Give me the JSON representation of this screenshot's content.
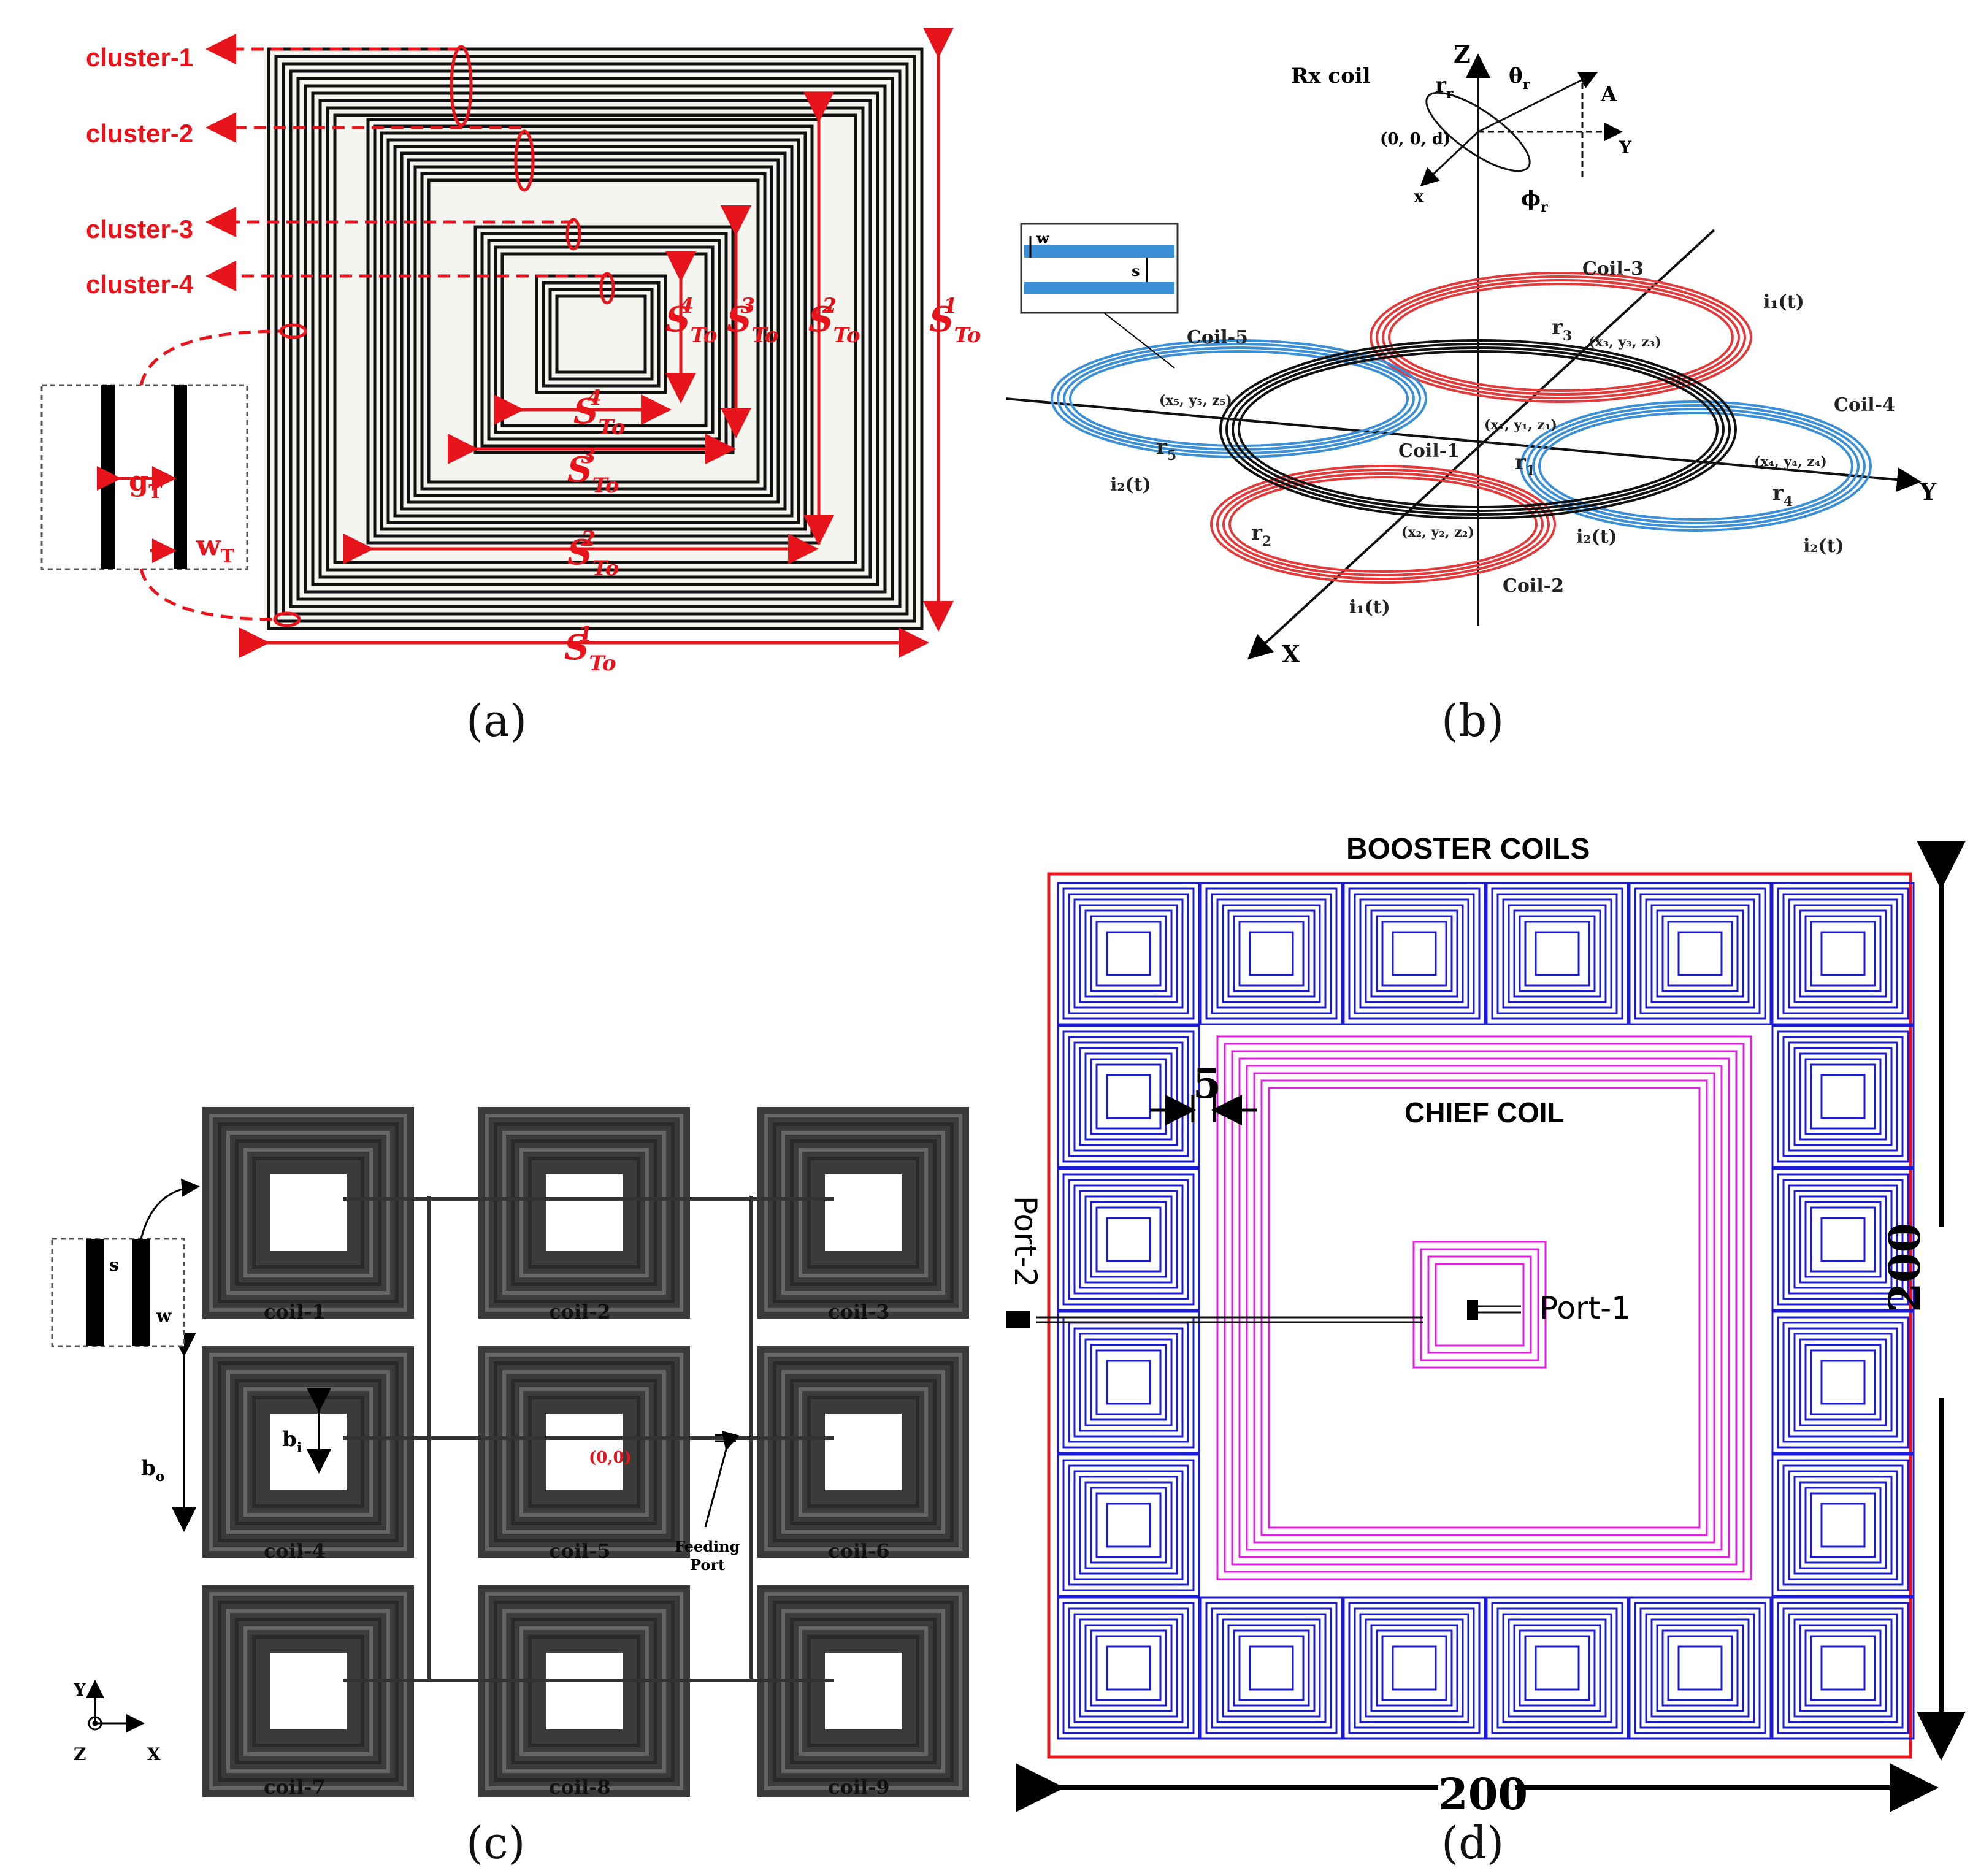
{
  "panels": {
    "a": {
      "caption": "(a)",
      "cluster_labels": [
        "cluster-1",
        "cluster-2",
        "cluster-3",
        "cluster-4"
      ],
      "dim_labels": {
        "s1": "S",
        "s2": "S",
        "s3": "S",
        "s4": "S",
        "sub": "To",
        "sup1": "1",
        "sup2": "2",
        "sup3": "3",
        "sup4": "4"
      },
      "inset": {
        "gap": "g",
        "gap_sub": "T",
        "width": "w",
        "width_sub": "T"
      }
    },
    "b": {
      "caption": "(b)",
      "rx": "Rx coil",
      "axes": {
        "z": "Z",
        "x": "X",
        "y": "Y"
      },
      "rx_frame": {
        "origin": "(0, 0, d)",
        "rr": "r",
        "rr_sub": "r",
        "theta": "θ",
        "theta_sub": "r",
        "phi": "ϕ",
        "phi_sub": "r",
        "A": "A",
        "x": "x",
        "y": "Y"
      },
      "coils": [
        "Coil-1",
        "Coil-2",
        "Coil-3",
        "Coil-4",
        "Coil-5"
      ],
      "radii": [
        "r",
        "r",
        "r",
        "r",
        "r"
      ],
      "radii_subs": [
        "1",
        "2",
        "3",
        "4",
        "5"
      ],
      "coords": [
        "(x₁, y₁, z₁)",
        "(x₂, y₂, z₂)",
        "(x₃, y₃, z₃)",
        "(x₄, y₄, z₄)",
        "(x₅, y₅, z₅)"
      ],
      "currents": [
        "i₁(t)",
        "i₁(t)",
        "i₂(t)",
        "i₂(t)",
        "i₂(t)"
      ],
      "inset": {
        "w": "w",
        "s": "s"
      }
    },
    "c": {
      "caption": "(c)",
      "coils": [
        "coil-1",
        "coil-2",
        "coil-3",
        "coil-4",
        "coil-5",
        "coil-6",
        "coil-7",
        "coil-8",
        "coil-9"
      ],
      "origin": "(0,0)",
      "feed": [
        "Feeding",
        "Port"
      ],
      "bi": "b",
      "bi_sub": "i",
      "bo": "b",
      "bo_sub": "o",
      "inset": {
        "s": "s",
        "w": "w"
      },
      "axes": {
        "y": "Y",
        "z": "Z",
        "x": "X"
      }
    },
    "d": {
      "caption": "(d)",
      "title": "BOOSTER COILS",
      "chief": "CHIEF COIL",
      "port1": "Port-1",
      "port2": "Port-2",
      "width": "200",
      "height": "200",
      "gap": "5"
    }
  },
  "colors": {
    "annotation": "#e8141b",
    "booster": "#1b1bd6",
    "chief": "#e21ee0",
    "coil_a": "#111111",
    "coil_b_red": "#e23a3a",
    "coil_b_blue": "#3a8fd6"
  }
}
